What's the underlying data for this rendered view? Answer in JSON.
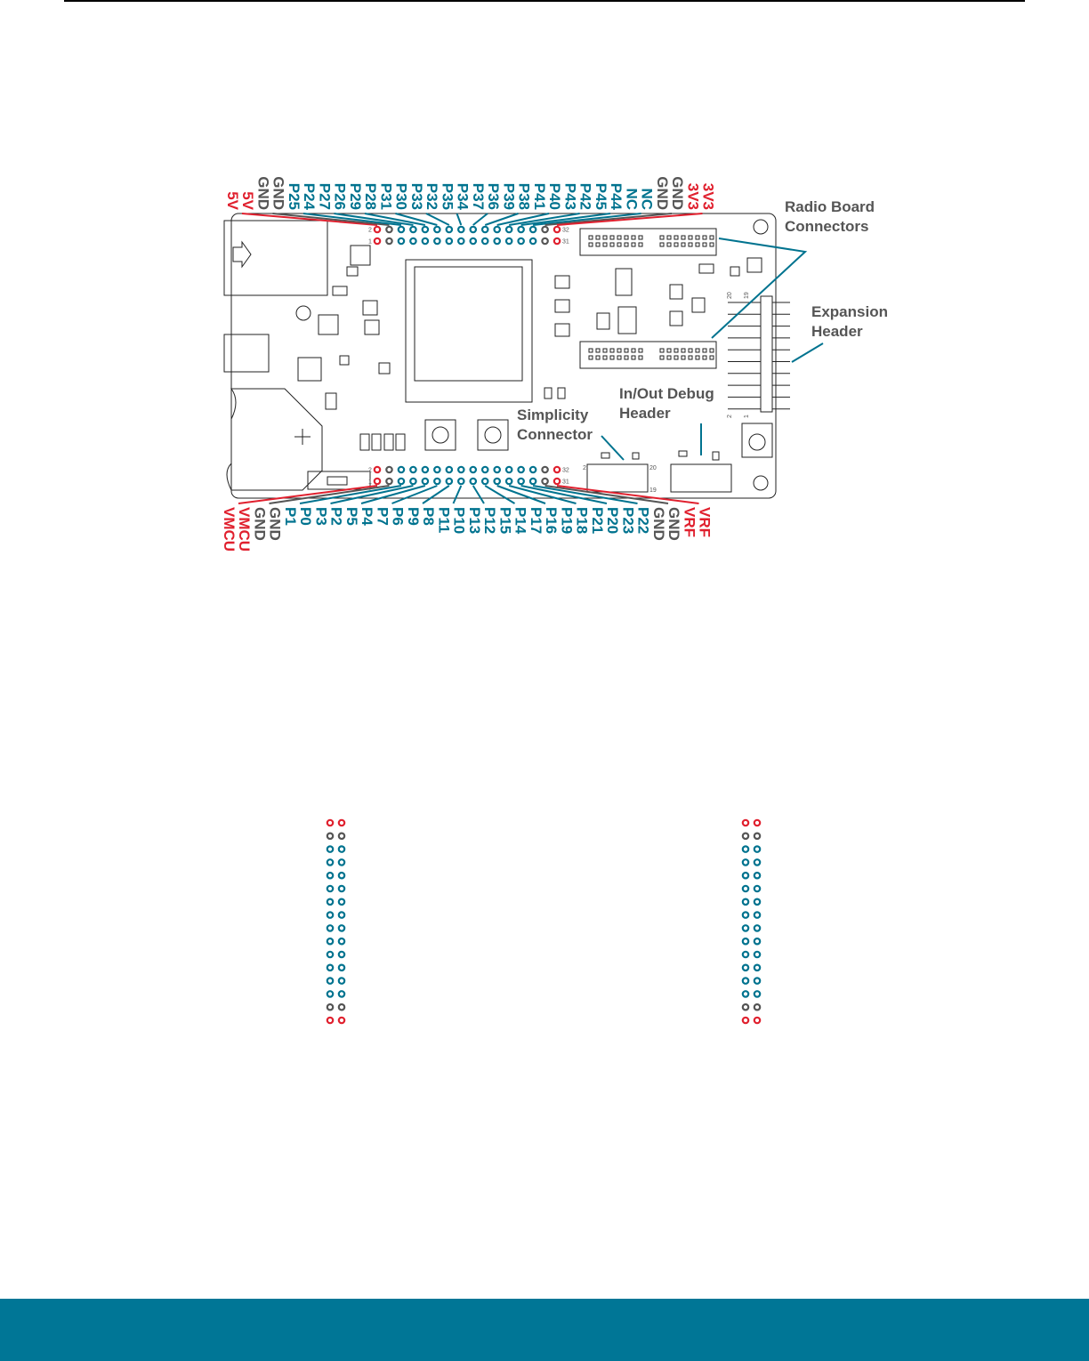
{
  "colors": {
    "power": "#e0202e",
    "gnd": "#555555",
    "io": "#00738f",
    "footer": "#007696"
  },
  "top_header": {
    "labels": [
      [
        "5V",
        "5V"
      ],
      [
        "GND",
        "GND"
      ],
      [
        "P25",
        "P24"
      ],
      [
        "P27",
        "P26"
      ],
      [
        "P29",
        "P28"
      ],
      [
        "P31",
        "P30"
      ],
      [
        "P33",
        "P32"
      ],
      [
        "P35",
        "P34"
      ],
      [
        "P37",
        "P36"
      ],
      [
        "P39",
        "P38"
      ],
      [
        "P41",
        "P40"
      ],
      [
        "P43",
        "P42"
      ],
      [
        "P45",
        "P44"
      ],
      [
        "NC",
        "NC"
      ],
      [
        "GND",
        "GND"
      ],
      [
        "3V3",
        "3V3"
      ]
    ],
    "pin_types": [
      "power",
      "gnd",
      "io",
      "io",
      "io",
      "io",
      "io",
      "io",
      "io",
      "io",
      "io",
      "io",
      "io",
      "io",
      "gnd",
      "power"
    ],
    "row_numbers": {
      "left_top": "2",
      "left_bottom": "1",
      "right_top": "32",
      "right_bottom": "31"
    }
  },
  "bottom_header": {
    "labels": [
      [
        "VMCU",
        "VMCU"
      ],
      [
        "GND",
        "GND"
      ],
      [
        "P1",
        "P0"
      ],
      [
        "P3",
        "P2"
      ],
      [
        "P5",
        "P4"
      ],
      [
        "P7",
        "P6"
      ],
      [
        "P9",
        "P8"
      ],
      [
        "P11",
        "P10"
      ],
      [
        "P13",
        "P12"
      ],
      [
        "P15",
        "P14"
      ],
      [
        "P17",
        "P16"
      ],
      [
        "P19",
        "P18"
      ],
      [
        "P21",
        "P20"
      ],
      [
        "P23",
        "P22"
      ],
      [
        "GND",
        "GND"
      ],
      [
        "VRF",
        "VRF"
      ]
    ],
    "pin_types": [
      "power",
      "gnd",
      "io",
      "io",
      "io",
      "io",
      "io",
      "io",
      "io",
      "io",
      "io",
      "io",
      "io",
      "io",
      "gnd",
      "power"
    ],
    "row_numbers": {
      "left_top": "2",
      "left_bottom": "1",
      "right_top": "32",
      "right_bottom": "31"
    }
  },
  "callouts": {
    "radio_board": [
      "Radio Board",
      "Connectors"
    ],
    "expansion": [
      "Expansion",
      "Header"
    ],
    "simplicity": [
      "Simplicity",
      "Connector"
    ],
    "debug": [
      "In/Out Debug",
      "Header"
    ]
  },
  "expansion_pins": {
    "top_left": "20",
    "top_right": "19",
    "bottom_left": "2",
    "bottom_right": "1"
  },
  "simplicity_pins": {
    "tl": "2",
    "tr": "20",
    "br": "19"
  },
  "lower_columns_types": [
    "power",
    "gnd",
    "io",
    "io",
    "io",
    "io",
    "io",
    "io",
    "io",
    "io",
    "io",
    "io",
    "io",
    "io",
    "gnd",
    "power"
  ]
}
